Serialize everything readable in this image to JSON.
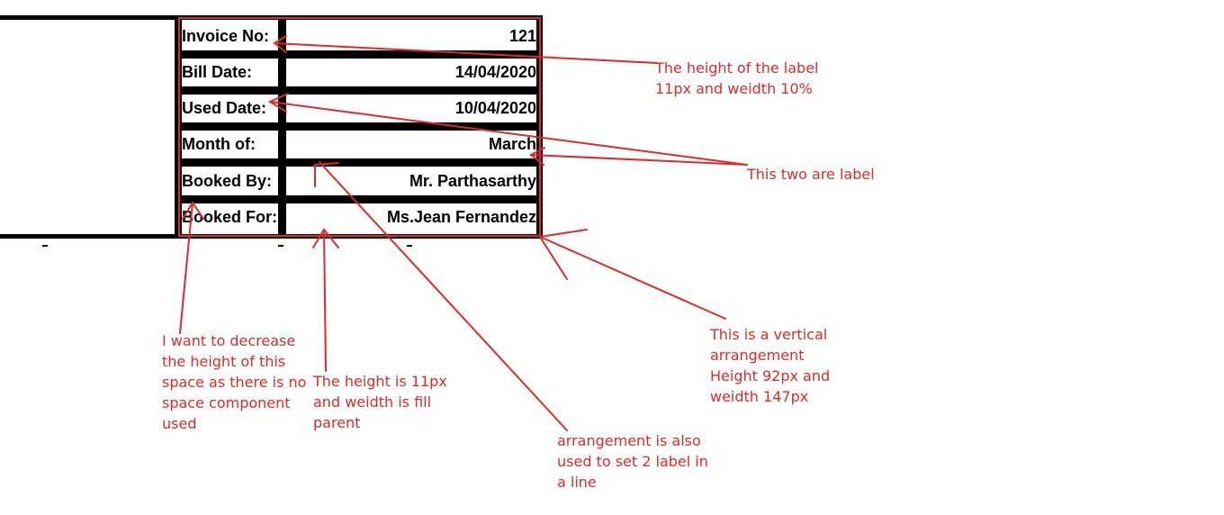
{
  "invoice": {
    "rows": [
      {
        "label": "Invoice No:",
        "value": "121"
      },
      {
        "label": "Bill Date:",
        "value": "14/04/2020"
      },
      {
        "label": "Used Date:",
        "value": "10/04/2020"
      },
      {
        "label": "Month of:",
        "value": "March"
      },
      {
        "label": "Booked By:",
        "value": "Mr. Parthasarthy"
      },
      {
        "label": "Booked For:",
        "value": "Ms.Jean Fernandez"
      }
    ],
    "dash": "-"
  },
  "annotations": {
    "label_size_line1": "The height of the label",
    "label_size_line2": "11px and weidth 10%",
    "two_labels": "This two are label",
    "space_note": "I want to decrease the height of this space as there is no space component used",
    "value_size": "The height is 11px and weidth is fill parent",
    "vertical_arrangement": "This is a vertical arrangement Height 92px and weidth 147px",
    "arrangement_note": "arrangement is also used to set 2 label in a line"
  },
  "colors": {
    "annotation_red": "#e02a2a",
    "border_black": "#000000"
  }
}
